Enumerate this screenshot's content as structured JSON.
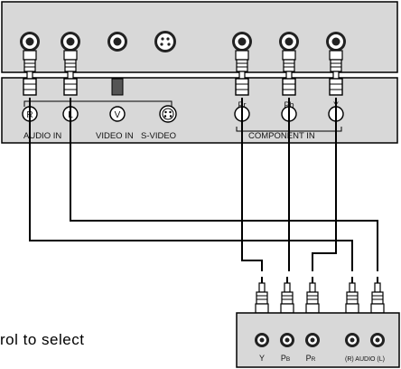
{
  "panel": {
    "group_labels": {
      "audio_in": "AUDIO IN",
      "video_in": "VIDEO IN",
      "s_video": "S-VIDEO",
      "component_in": "COMPONENT IN"
    },
    "port_letters": {
      "audio_r": "R",
      "audio_l": "L",
      "video": "V",
      "pr": "Pr",
      "pb": "Pb",
      "y": "Y"
    }
  },
  "source_device": {
    "jack_labels": {
      "y": "Y",
      "pb_main": "P",
      "pb_sub": "B",
      "pr_main": "P",
      "pr_sub": "R",
      "audio": "(R) AUDIO (L)"
    }
  },
  "caption_text": "rol to select",
  "colors": {
    "panel_fill": "#d8d8d8",
    "line": "#000000",
    "background": "#ffffff"
  }
}
